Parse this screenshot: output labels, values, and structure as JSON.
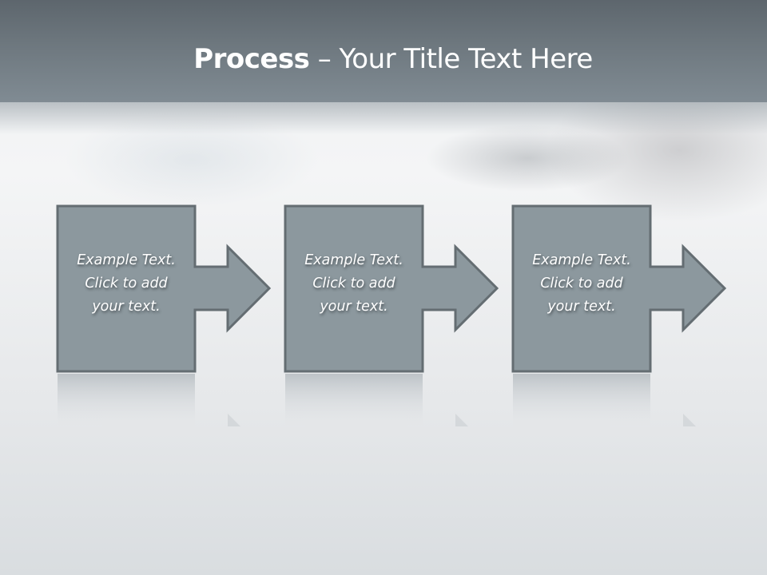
{
  "slide": {
    "title_bold": "Process",
    "title_rest": " – Your Title Text Here"
  },
  "colors": {
    "header_top": "#5d666d",
    "header_bottom": "#808b93",
    "shape_fill": "#8c989e",
    "shape_stroke": "#646d72",
    "text": "#ffffff"
  },
  "steps": [
    {
      "label": "Example Text. Click  to add your text.",
      "lines": [
        "Example Text.",
        "Click  to add",
        "your text."
      ]
    },
    {
      "label": "Example Text. Click  to add your text.",
      "lines": [
        "Example Text.",
        "Click  to add",
        "your text."
      ]
    },
    {
      "label": "Example Text. Click  to add your text.",
      "lines": [
        "Example Text.",
        "Click  to add",
        "your text."
      ]
    }
  ]
}
